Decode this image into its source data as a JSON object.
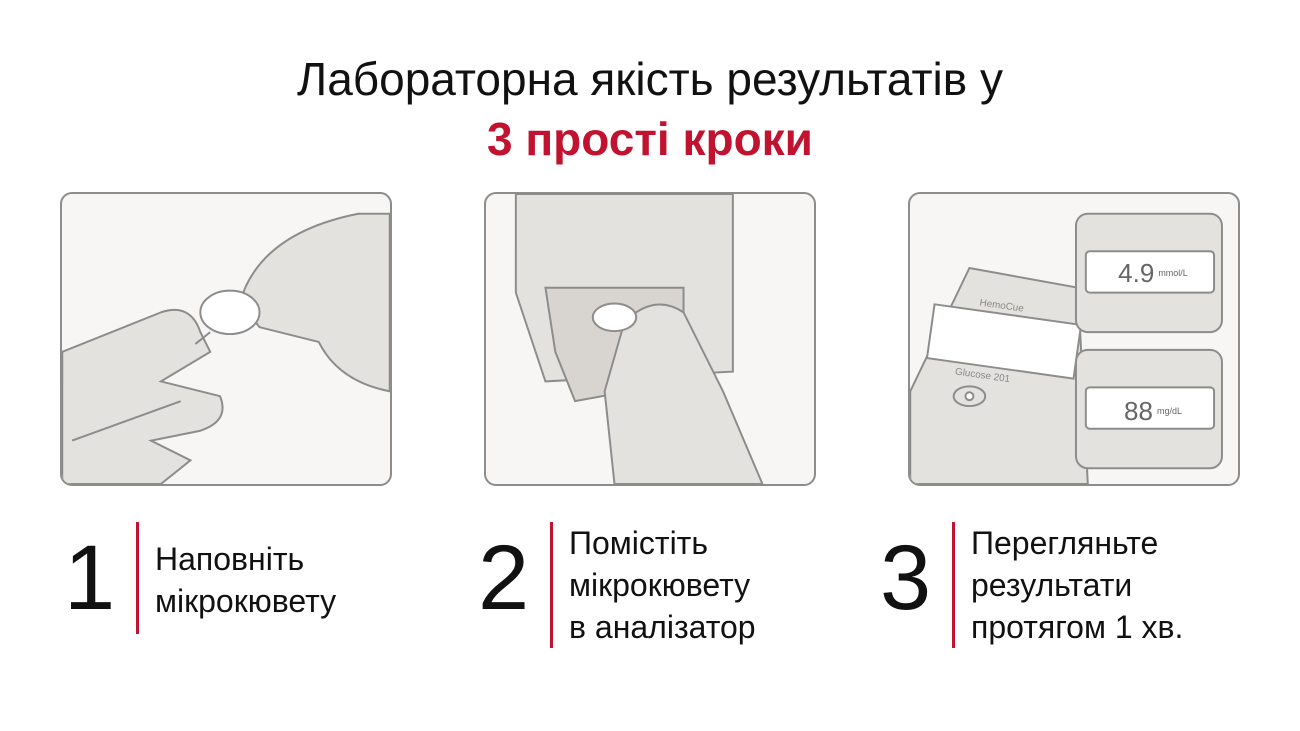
{
  "header": {
    "title_line1": "Лабораторна якість результатів у",
    "title_line2": "3 прості кроки"
  },
  "accent_color": "#c1122f",
  "steps": [
    {
      "number": "1",
      "lines": [
        "Наповніть",
        "мікрокювету"
      ]
    },
    {
      "number": "2",
      "lines": [
        "Помістіть",
        "мікрокювету",
        "в аналізатор"
      ]
    },
    {
      "number": "3",
      "lines": [
        "Перегляньте",
        "результати",
        "протягом 1 хв."
      ]
    }
  ],
  "device": {
    "brand": "HemoCue",
    "model": "Glucose 201",
    "reading_mmol": "4.9",
    "unit_mmol": "mmol/L",
    "reading_mg": "88",
    "unit_mg": "mg/dL"
  }
}
